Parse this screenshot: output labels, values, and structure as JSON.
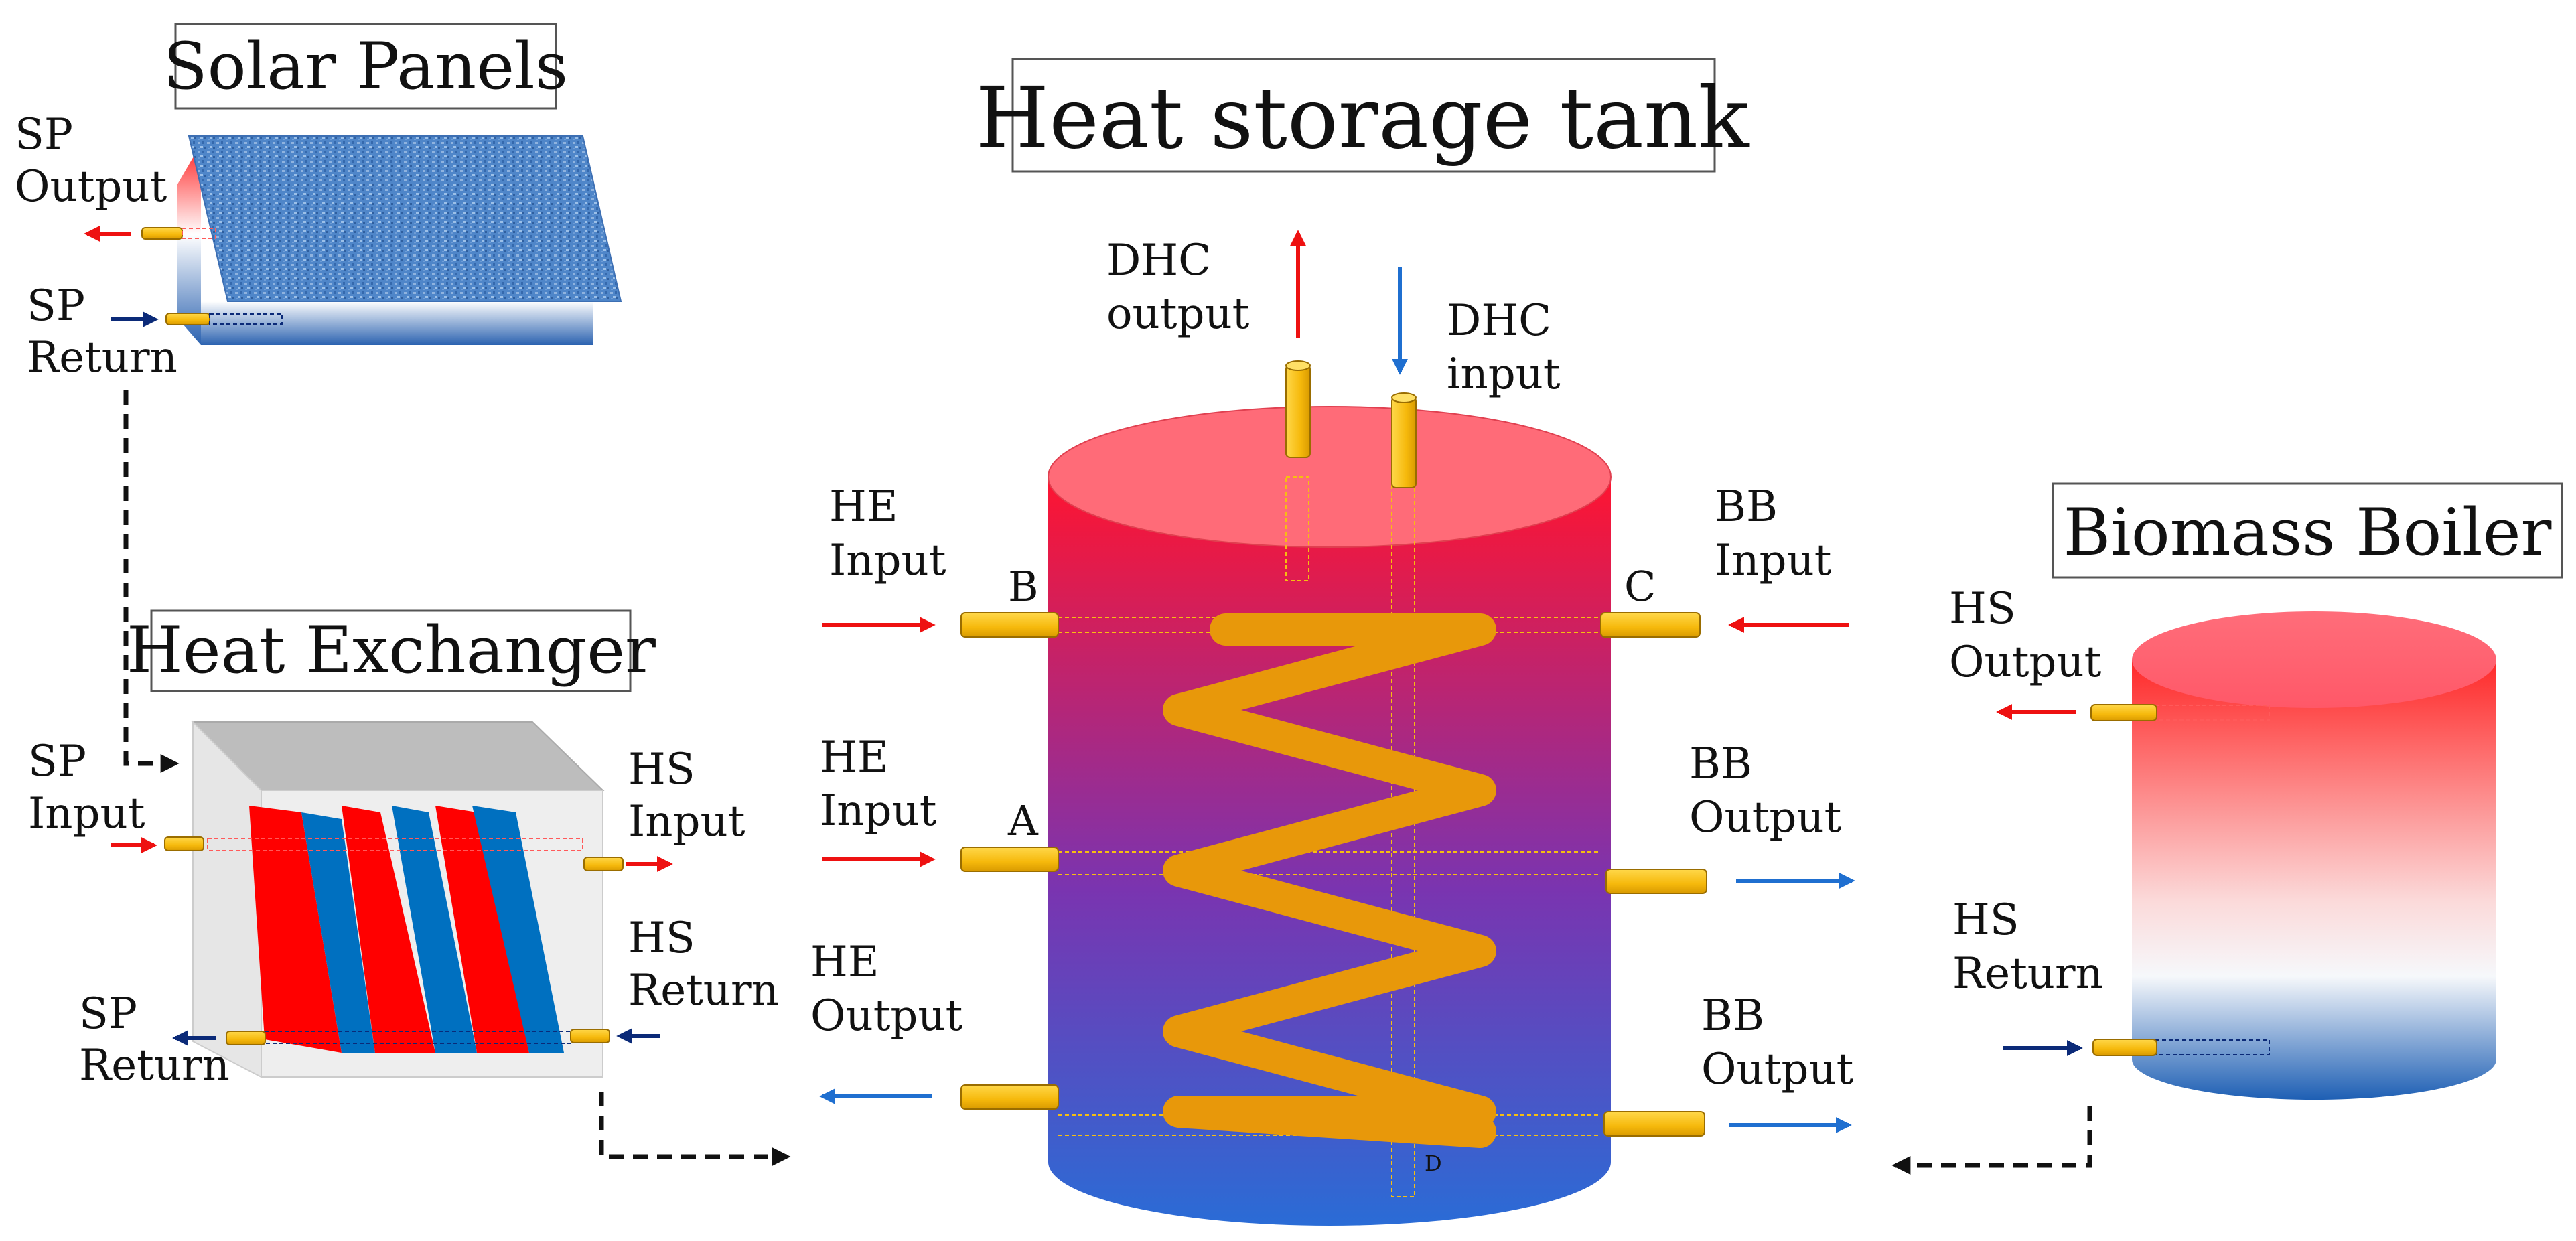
{
  "titles": {
    "solar_panels": "Solar Panels",
    "heat_exchanger": "Heat Exchanger",
    "heat_storage_tank": "Heat storage tank",
    "biomass_boiler": "Biomass Boiler"
  },
  "labels": {
    "sp_output": [
      "SP",
      "Output"
    ],
    "sp_return_top": [
      "SP",
      "Return"
    ],
    "sp_input": [
      "SP",
      "Input"
    ],
    "sp_return_bottom": [
      "SP",
      "Return"
    ],
    "hs_input": [
      "HS",
      "Input"
    ],
    "hs_return_he": [
      "HS",
      "Return"
    ],
    "he_input_top": [
      "HE",
      "Input"
    ],
    "he_input_mid": [
      "HE",
      "Input"
    ],
    "he_output": [
      "HE",
      "Output"
    ],
    "dhc_output": [
      "DHC",
      "output"
    ],
    "dhc_input": [
      "DHC",
      "input"
    ],
    "bb_input": [
      "BB",
      "Input"
    ],
    "bb_output_mid": [
      "BB",
      "Output"
    ],
    "bb_output_bottom": [
      "BB",
      "Output"
    ],
    "hs_output_bb": [
      "HS",
      "Output"
    ],
    "hs_return_bb": [
      "HS",
      "Return"
    ]
  },
  "letters": {
    "a": "A",
    "b": "B",
    "c": "C",
    "d": "D"
  },
  "colors": {
    "hot": "#ee1111",
    "cold": "#1f6fd0",
    "dark_cold": "#0b2a78",
    "pipe": "#f6be10",
    "coil": "#e8980a",
    "plate_red": "#ff0000",
    "plate_blue": "#0070c0"
  }
}
